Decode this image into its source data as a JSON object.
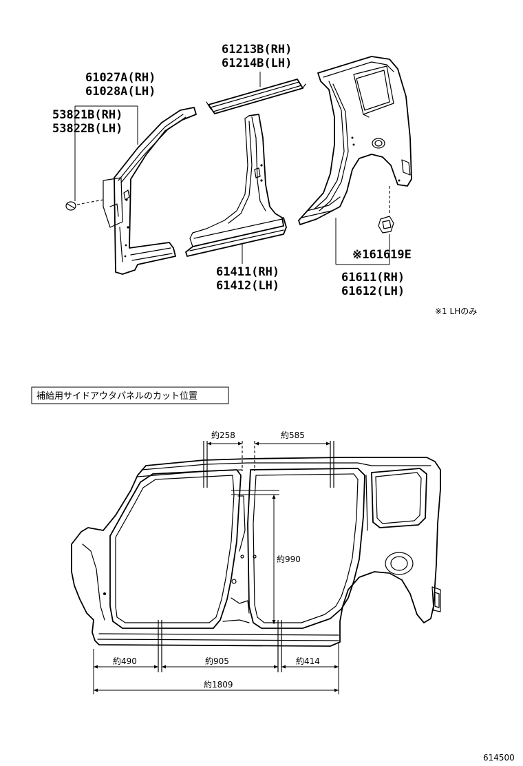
{
  "parts": {
    "roof_rail": {
      "rh": "61213B(RH)",
      "lh": "61214B(LH)"
    },
    "front_pillar": {
      "rh": "61027A(RH)",
      "lh": "61028A(LH)"
    },
    "clip": {
      "rh": "53821B(RH)",
      "lh": "53822B(LH)"
    },
    "rocker": {
      "rh": "61411(RH)",
      "lh": "61412(LH)"
    },
    "quarter_panel": {
      "rh": "61611(RH)",
      "lh": "61612(LH)"
    },
    "lh_only_part": "※161619E"
  },
  "footnote": "※1 LHのみ",
  "section_title": "補給用サイドアウタパネルのカット位置",
  "dimensions": {
    "top_left": "約258",
    "top_right": "約585",
    "vertical": "約990",
    "bottom_1": "約490",
    "bottom_2": "約905",
    "bottom_3": "約414",
    "overall": "約1809"
  },
  "figure_id": "614500"
}
